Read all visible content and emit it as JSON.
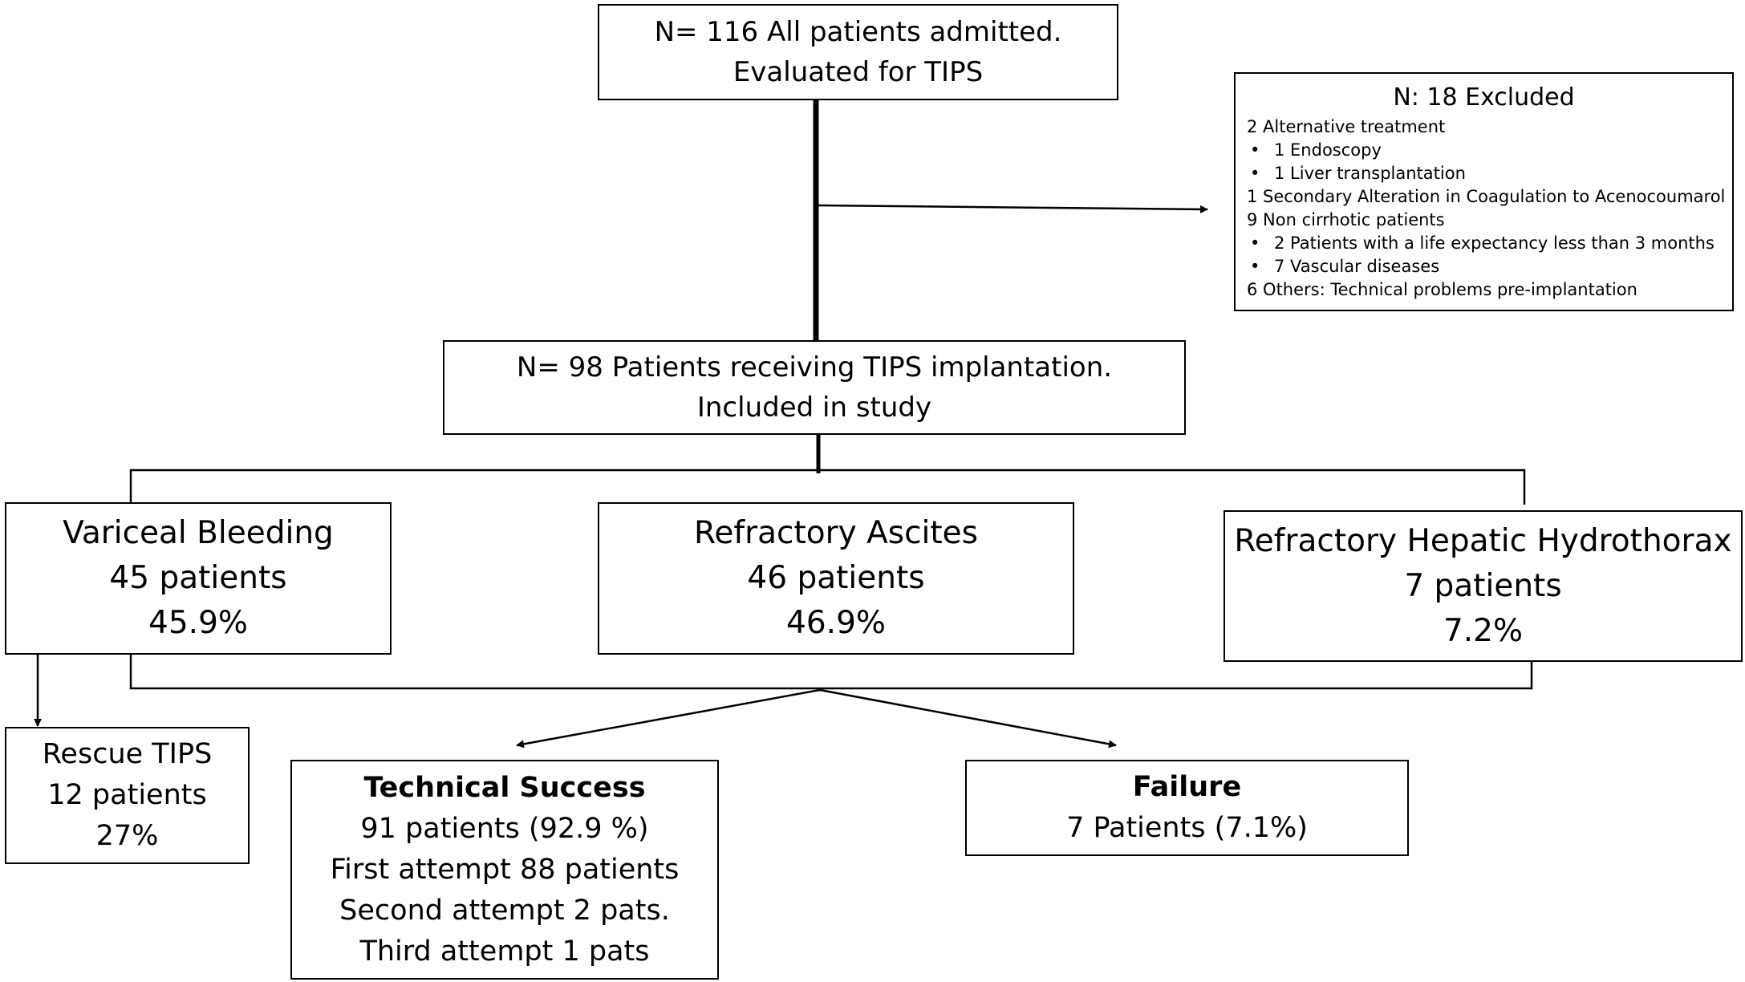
{
  "top": {
    "line1": "N= 116 All patients admitted.",
    "line2": "Evaluated for TIPS"
  },
  "excluded": {
    "title": "N: 18 Excluded",
    "items": [
      {
        "text": "2 Alternative treatment",
        "bullet": false
      },
      {
        "text": "1 Endoscopy",
        "bullet": true
      },
      {
        "text": "1 Liver transplantation",
        "bullet": true
      },
      {
        "text": "1 Secondary Alteration in Coagulation to Acenocoumarol",
        "bullet": false
      },
      {
        "text": "9 Non cirrhotic patients",
        "bullet": false
      },
      {
        "text": "2 Patients with a life expectancy less than 3 months",
        "bullet": true
      },
      {
        "text": "7 Vascular diseases",
        "bullet": true
      },
      {
        "text": "6 Others: Technical problems pre-implantation",
        "bullet": false
      }
    ]
  },
  "included": {
    "line1": "N= 98 Patients receiving TIPS implantation.",
    "line2": "Included in study"
  },
  "categories": {
    "variceal": {
      "name": "Variceal Bleeding",
      "count": "45 patients",
      "pct": "45.9%"
    },
    "ascites": {
      "name": "Refractory Ascites",
      "count": "46 patients",
      "pct": "46.9%"
    },
    "hydrothorax": {
      "name": "Refractory Hepatic Hydrothorax",
      "count": "7 patients",
      "pct": "7.2%"
    }
  },
  "rescue": {
    "line1": "Rescue TIPS",
    "line2": "12 patients",
    "line3": "27%"
  },
  "success": {
    "title": "Technical Success",
    "line1": "91 patients (92.9 %)",
    "line2": "First attempt 88 patients",
    "line3": "Second attempt 2 pats.",
    "line4": "Third attempt 1 pats"
  },
  "failure": {
    "title": "Failure",
    "line1": "7 Patients (7.1%)"
  },
  "bullet_glyph": "•"
}
